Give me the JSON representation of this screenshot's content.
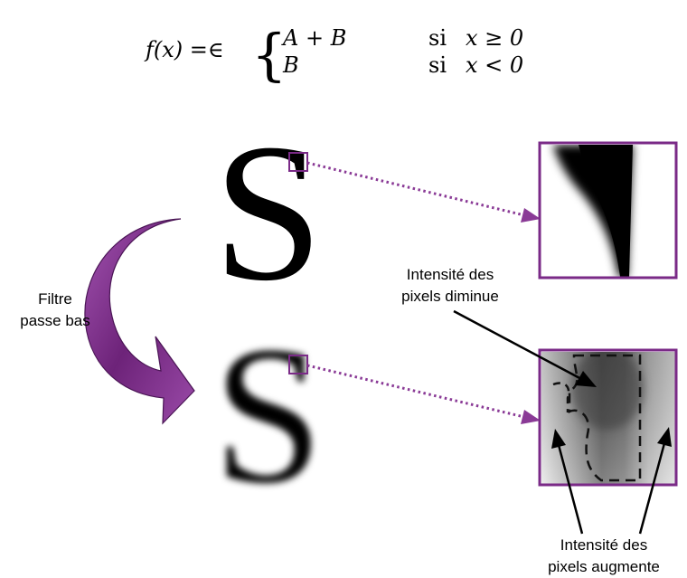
{
  "formula": {
    "lhs": "f(x) =∈",
    "case1_value": "A + B",
    "case1_word": "si",
    "case1_cond": "x ≥ 0",
    "case2_value": "B",
    "case2_word": "si",
    "case2_cond": "x < 0"
  },
  "letters": {
    "original": "S",
    "filtered": "S"
  },
  "labels": {
    "filter_line1": "Filtre",
    "filter_line2": "passe bas",
    "decrease_line1": "Intensité des",
    "decrease_line2": "pixels diminue",
    "increase_line1": "Intensité des",
    "increase_line2": "pixels augmente"
  },
  "colors": {
    "frame": "#7a2a87",
    "dotted_arrow": "#8a3a96",
    "curved_arrow_dark": "#5b1a68",
    "curved_arrow_light": "#a253b0",
    "dashed_region": "#111111"
  }
}
